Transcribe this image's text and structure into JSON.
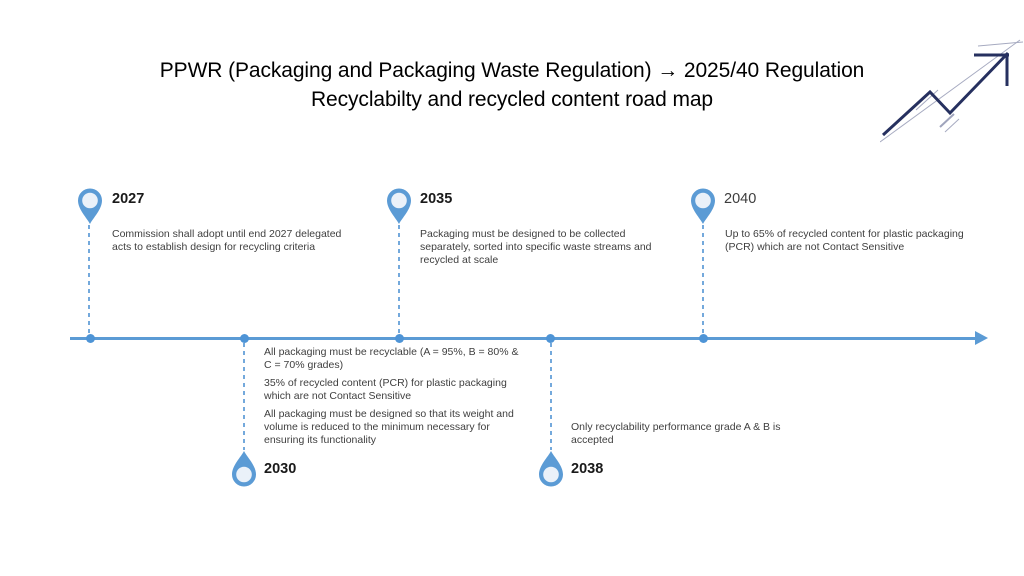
{
  "slide": {
    "title": "PPWR (Packaging and Packaging Waste Regulation) → 2025/40 Regulation\nRecyclabilty and recycled content road map"
  },
  "colors": {
    "accent_blue": "#5B9BD5",
    "dot_blue": "#4E94D6",
    "dash_blue": "#74A9DC",
    "pin_fill": "#EAF1F9",
    "body_text": "#3F3F3F",
    "year_text": "#1A1A1A",
    "arrow_navy": "#26305F",
    "arrow_gray": "#A6AAC0",
    "background": "#FFFFFF"
  },
  "decorations": {
    "growth_arrow_icon": "upward-zigzag-trend-arrow"
  },
  "timeline": {
    "direction": "left-to-right",
    "milestones": [
      {
        "year": "2027",
        "side": "top",
        "description": "Commission shall adopt until end 2027 delegated\nacts to establish design for recycling criteria"
      },
      {
        "year": "2030",
        "side": "bottom",
        "paragraphs": [
          "All packaging must be recyclable (A = 95%, B = 80% &\nC = 70% grades)",
          "35% of recycled content (PCR) for plastic packaging\nwhich are not Contact Sensitive",
          "All packaging must be designed so that its weight and\nvolume is reduced to the minimum necessary for\nensuring its functionality"
        ]
      },
      {
        "year": "2035",
        "side": "top",
        "description": "Packaging must be designed to be collected\nseparately, sorted into specific waste streams and\nrecycled at scale"
      },
      {
        "year": "2038",
        "side": "bottom",
        "description": "Only recyclability performance grade A & B is\naccepted"
      },
      {
        "year": "2040",
        "side": "top",
        "description": "Up to 65% of recycled content for plastic packaging\n(PCR) which are not Contact Sensitive"
      }
    ]
  }
}
